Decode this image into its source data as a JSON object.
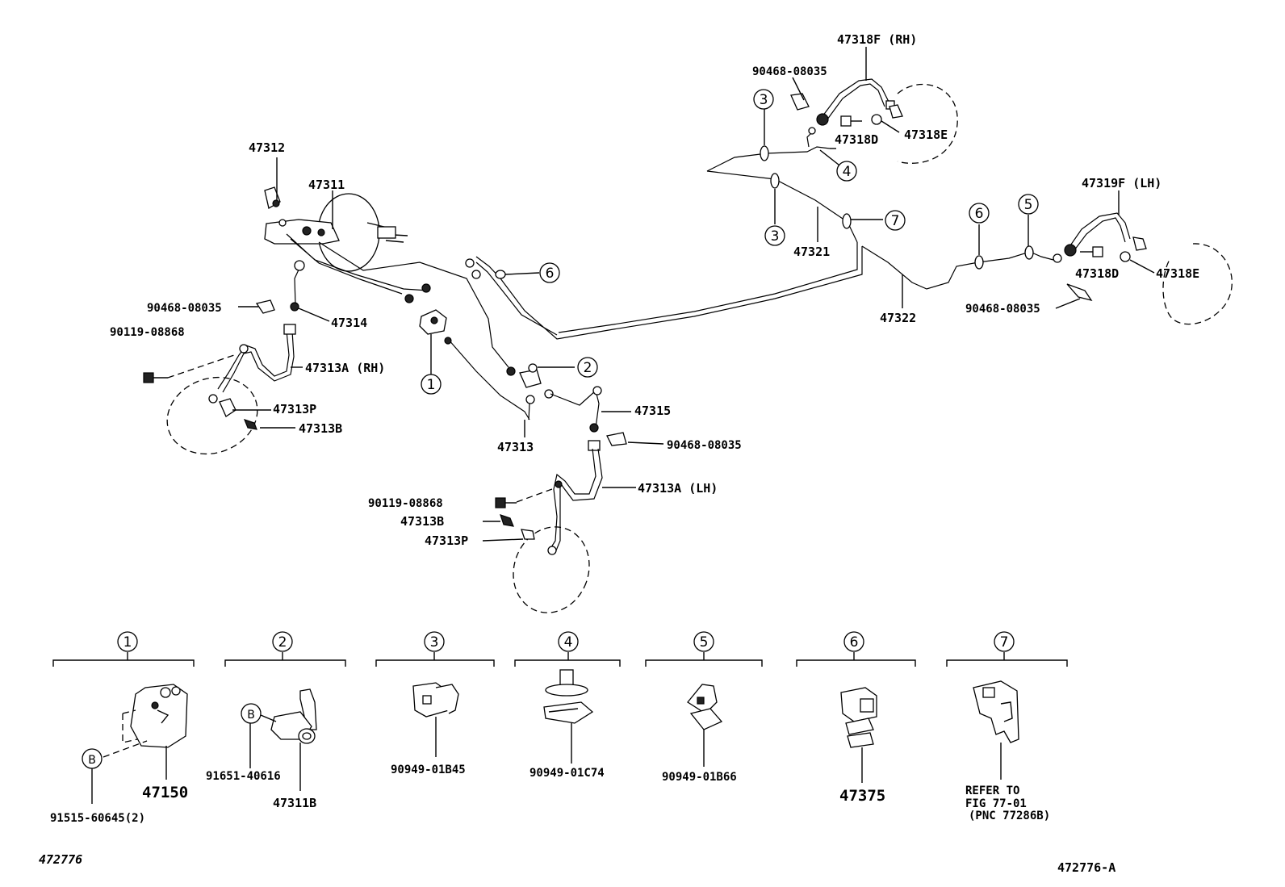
{
  "parts": {
    "p47318F": "47318F (RH)",
    "p90468_top": "90468-08035",
    "p47318D_top": "47318D",
    "p47318E_top": "47318E",
    "p47312": "47312",
    "p47311": "47311",
    "p90468_left": "90468-08035",
    "p47314": "47314",
    "p90119_left": "90119-08868",
    "p47313A_RH": "47313A (RH)",
    "p47313P_left": "47313P",
    "p47313B_left": "47313B",
    "p47313": "47313",
    "p47315": "47315",
    "p90468_mid": "90468-08035",
    "p47313A_LH": "47313A (LH)",
    "p90119_mid": "90119-08868",
    "p47313B_mid": "47313B",
    "p47313P_mid": "47313P",
    "p47321": "47321",
    "p47322": "47322",
    "p47319F": "47319F (LH)",
    "p47318D_right": "47318D",
    "p47318E_right": "47318E",
    "p90468_right": "90468-08035"
  },
  "callouts": {
    "c1": "1",
    "c2": "2",
    "c3": "3",
    "c4": "4",
    "c5": "5",
    "c6": "6",
    "c7": "7",
    "b": "B"
  },
  "details": [
    {
      "num": "1",
      "parts": [
        "47150",
        "91515-60645(2)"
      ]
    },
    {
      "num": "2",
      "parts": [
        "91651-40616",
        "47311B"
      ]
    },
    {
      "num": "3",
      "parts": [
        "90949-01B45"
      ]
    },
    {
      "num": "4",
      "parts": [
        "90949-01C74"
      ]
    },
    {
      "num": "5",
      "parts": [
        "90949-01B66"
      ]
    },
    {
      "num": "6",
      "parts": [
        "47375"
      ]
    },
    {
      "num": "7",
      "parts": [
        "REFER TO",
        "FIG 77-01",
        "(PNC 77286B)"
      ]
    }
  ],
  "footer": {
    "left_code": "472776",
    "right_code": "472776-A"
  }
}
